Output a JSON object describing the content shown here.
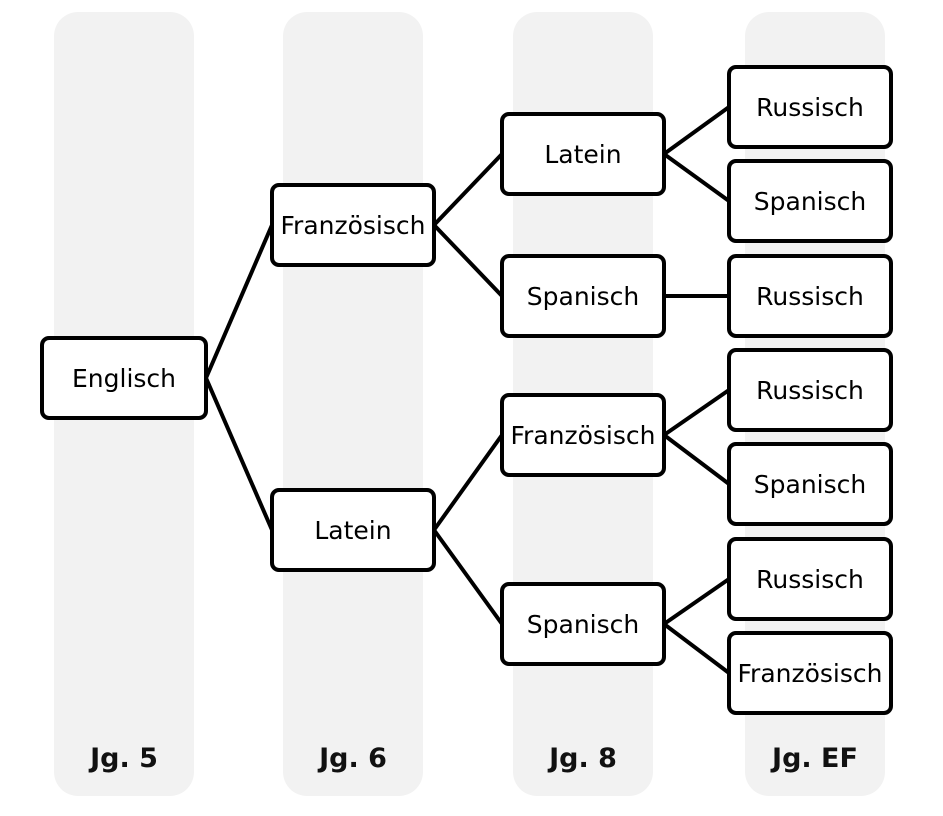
{
  "columns": [
    {
      "label": "Jg. 5"
    },
    {
      "label": "Jg. 6"
    },
    {
      "label": "Jg. 8"
    },
    {
      "label": "Jg. EF"
    }
  ],
  "nodes": {
    "jg5_englisch": "Englisch",
    "jg6_franzoesisch": "Französisch",
    "jg6_latein": "Latein",
    "jg8_latein": "Latein",
    "jg8_spanisch_a": "Spanisch",
    "jg8_franzoesisch": "Französisch",
    "jg8_spanisch_b": "Spanisch",
    "ef_russisch_1": "Russisch",
    "ef_spanisch_1": "Spanisch",
    "ef_russisch_2": "Russisch",
    "ef_russisch_3": "Russisch",
    "ef_spanisch_2": "Spanisch",
    "ef_russisch_4": "Russisch",
    "ef_franzoesisch": "Französisch"
  },
  "edges": [
    [
      "jg5_englisch",
      "jg6_franzoesisch"
    ],
    [
      "jg5_englisch",
      "jg6_latein"
    ],
    [
      "jg6_franzoesisch",
      "jg8_latein"
    ],
    [
      "jg6_franzoesisch",
      "jg8_spanisch_a"
    ],
    [
      "jg6_latein",
      "jg8_franzoesisch"
    ],
    [
      "jg6_latein",
      "jg8_spanisch_b"
    ],
    [
      "jg8_latein",
      "ef_russisch_1"
    ],
    [
      "jg8_latein",
      "ef_spanisch_1"
    ],
    [
      "jg8_spanisch_a",
      "ef_russisch_2"
    ],
    [
      "jg8_franzoesisch",
      "ef_russisch_3"
    ],
    [
      "jg8_franzoesisch",
      "ef_spanisch_2"
    ],
    [
      "jg8_spanisch_b",
      "ef_russisch_4"
    ],
    [
      "jg8_spanisch_b",
      "ef_franzoesisch"
    ]
  ]
}
